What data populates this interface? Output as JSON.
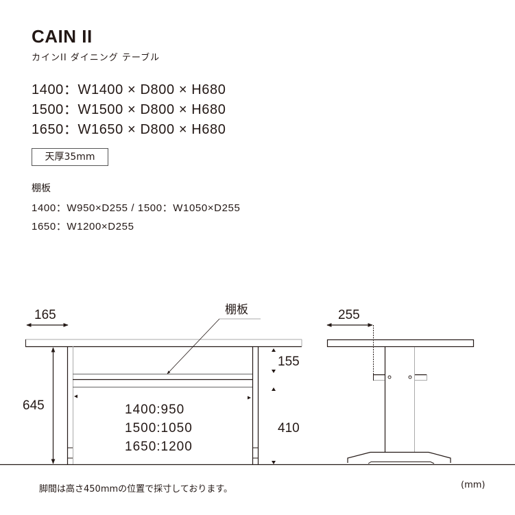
{
  "header": {
    "title": "CAIN II",
    "subtitle": "カインII ダイニング テーブル"
  },
  "sizes": [
    {
      "label": "1400：W1400 × D800 × H680"
    },
    {
      "label": "1500：W1500 × D800 × H680"
    },
    {
      "label": "1650：W1650 × D800 × H680"
    }
  ],
  "top_thickness": "天厚35mm",
  "shelf": {
    "heading": "棚板",
    "lines": [
      "1400：W950×D255 / 1500：W1050×D255",
      "1650：W1200×D255"
    ]
  },
  "diagram": {
    "front": {
      "overhang": "165",
      "shelf_callout": "棚板",
      "leg_height": "645",
      "shelf_gap": "155",
      "shelf_height": "410",
      "inner_widths": [
        "1400:950",
        "1500:1050",
        "1650:1200"
      ]
    },
    "side": {
      "shelf_depth": "255"
    },
    "colors": {
      "line_dark": "#231815",
      "line_gray": "#aaaaaa"
    }
  },
  "footer": {
    "note": "脚間は高さ450mmの位置で採寸しております。",
    "unit": "(mm)"
  }
}
